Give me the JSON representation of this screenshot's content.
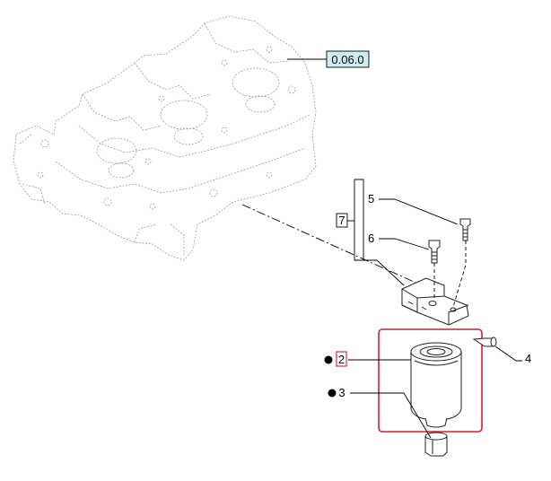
{
  "diagram": {
    "reference_tag": "0.06.0",
    "callouts": {
      "c2": "2",
      "c3": "3",
      "c4": "4",
      "c5": "5",
      "c6": "6",
      "c7": "7"
    },
    "colors": {
      "reference_box_fill": "#cdeef4",
      "highlight_box": "#cc2233",
      "ghost_line": "#9a9a9a",
      "part_line": "#222222"
    }
  }
}
